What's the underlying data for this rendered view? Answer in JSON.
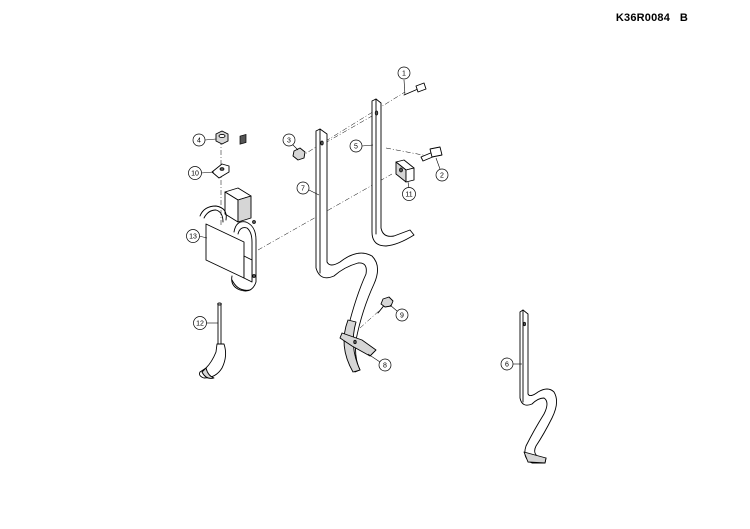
{
  "header": {
    "drawing_ref": "K36R0084",
    "revision": "B"
  },
  "callouts": [
    {
      "id": "c1",
      "label": "1"
    },
    {
      "id": "c2",
      "label": "2"
    },
    {
      "id": "c3",
      "label": "3"
    },
    {
      "id": "c4",
      "label": "4"
    },
    {
      "id": "c5",
      "label": "5"
    },
    {
      "id": "c6",
      "label": "6"
    },
    {
      "id": "c7",
      "label": "7"
    },
    {
      "id": "c8",
      "label": "8"
    },
    {
      "id": "c9",
      "label": "9"
    },
    {
      "id": "c10",
      "label": "10"
    },
    {
      "id": "c11",
      "label": "11"
    },
    {
      "id": "c12",
      "label": "12"
    },
    {
      "id": "c13",
      "label": "13"
    }
  ]
}
